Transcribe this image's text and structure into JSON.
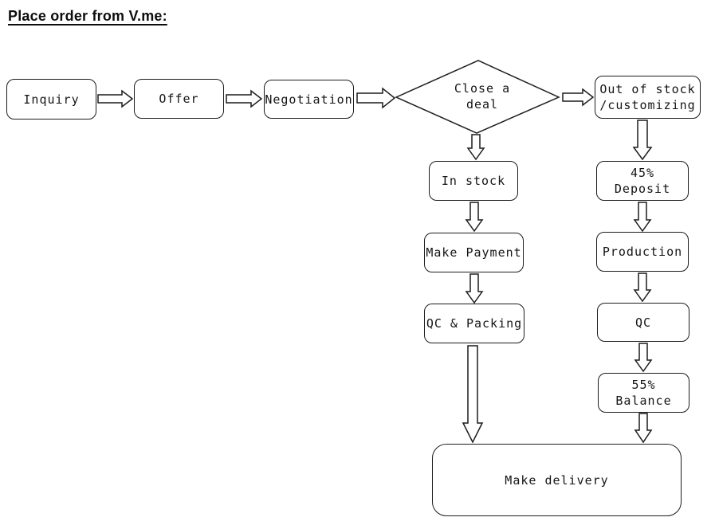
{
  "title": "Place order from V.me:",
  "colors": {
    "background": "#ffffff",
    "stroke": "#1c1c1c",
    "text": "#141414"
  },
  "nodes": {
    "inquiry": {
      "label": "Inquiry"
    },
    "offer": {
      "label": "Offer"
    },
    "negotiation": {
      "label": "Negotiation"
    },
    "close_deal": {
      "line1": "Close a",
      "line2": "deal"
    },
    "out_of_stock": {
      "line1": "Out of stock",
      "line2": "/customizing"
    },
    "in_stock": {
      "label": "In stock"
    },
    "make_payment": {
      "label": "Make Payment"
    },
    "qc_packing": {
      "label": "QC & Packing"
    },
    "deposit": {
      "line1": "45%",
      "line2": "Deposit"
    },
    "production": {
      "label": "Production"
    },
    "qc": {
      "label": "QC"
    },
    "balance": {
      "line1": "55%",
      "line2": "Balance"
    },
    "make_delivery": {
      "label": "Make delivery"
    }
  }
}
